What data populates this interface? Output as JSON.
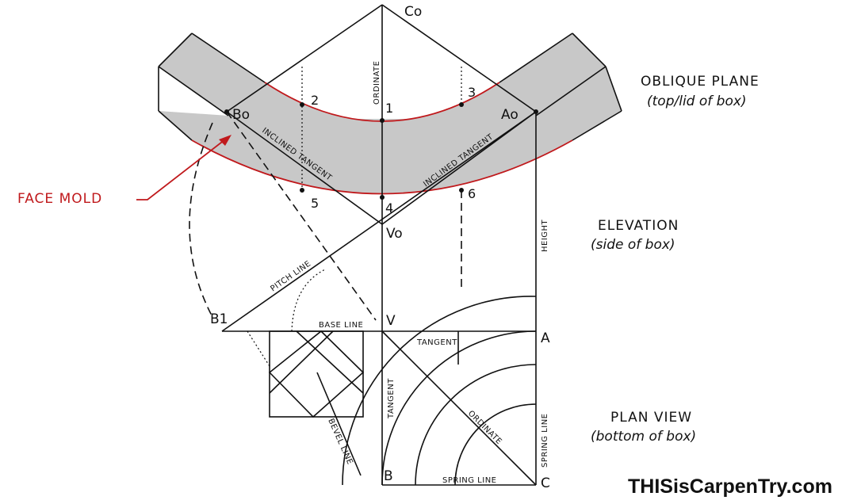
{
  "labels": {
    "co": "Co",
    "bo": "Bo",
    "ao": "Ao",
    "vo": "Vo",
    "b1": "B1",
    "v": "V",
    "a": "A",
    "b": "B",
    "c": "C",
    "p1": "1",
    "p2": "2",
    "p3": "3",
    "p4": "4",
    "p5": "5",
    "p6": "6"
  },
  "line_labels": {
    "ordinate_top": "ORDINATE",
    "inclined_tangent_left": "INCLINED TANGENT",
    "inclined_tangent_right": "INCLINED TANGENT",
    "pitch_line": "PITCH LINE",
    "base_line": "BASE LINE",
    "tangent_horizontal": "TANGENT",
    "tangent_vertical": "TANGENT",
    "ordinate_plan": "ORDINATE",
    "spring_line_horizontal": "SPRING LINE",
    "spring_line_vertical": "SPRING LINE",
    "height": "HEIGHT",
    "bevel_line": "BEVEL LINE"
  },
  "annotations": {
    "oblique_plane": "OBLIQUE PLANE",
    "oblique_plane_sub": "(top/lid of box)",
    "elevation": "ELEVATION",
    "elevation_sub": "(side of box)",
    "plan_view": "PLAN VIEW",
    "plan_view_sub": "(bottom of box)",
    "face_mold": "FACE MOLD"
  },
  "brand": "THISisCarpenTry.com",
  "colors": {
    "ink": "#111111",
    "accent_red": "#c0191c",
    "shade_gray": "#c8c8c8"
  }
}
